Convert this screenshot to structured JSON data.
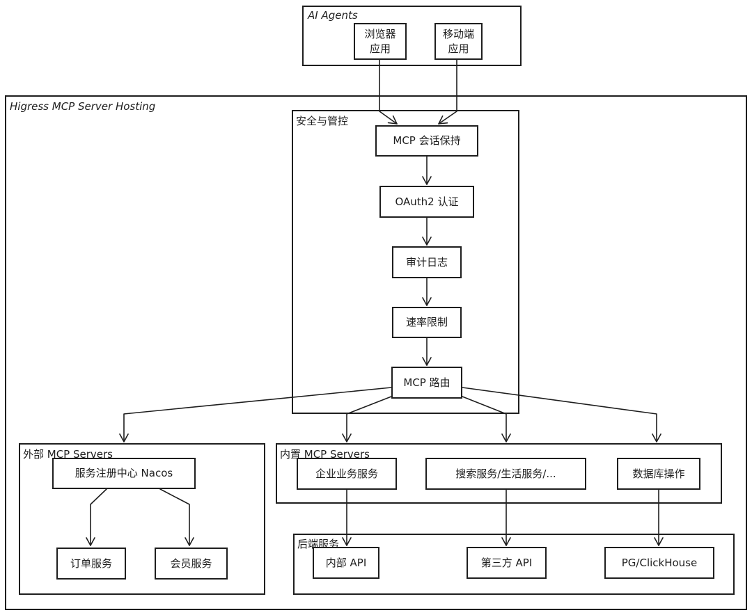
{
  "groups": {
    "ai_agents": "AI Agents",
    "hosting": "Higress MCP Server Hosting",
    "security": "安全与管控",
    "external": "外部 MCP Servers",
    "builtin": "内置 MCP Servers",
    "backend": "后端服务"
  },
  "nodes": {
    "browser_app": "浏览器\n应用",
    "mobile_app": "移动端\n应用",
    "mcp_session": "MCP 会话保持",
    "oauth": "OAuth2 认证",
    "audit": "审计日志",
    "rate_limit": "速率限制",
    "mcp_router": "MCP 路由",
    "nacos": "服务注册中心 Nacos",
    "order_service": "订单服务",
    "member_service": "会员服务",
    "enterprise_service": "企业业务服务",
    "search_service": "搜索服务/生活服务/...",
    "db_ops": "数据库操作",
    "internal_api": "内部 API",
    "third_party_api": "第三方 API",
    "pg_clickhouse": "PG/ClickHouse"
  },
  "edges": [
    {
      "from": "browser_app",
      "to": "mcp_session"
    },
    {
      "from": "mobile_app",
      "to": "mcp_session"
    },
    {
      "from": "mcp_session",
      "to": "oauth"
    },
    {
      "from": "oauth",
      "to": "audit"
    },
    {
      "from": "audit",
      "to": "rate_limit"
    },
    {
      "from": "rate_limit",
      "to": "mcp_router"
    },
    {
      "from": "mcp_router",
      "to": "external"
    },
    {
      "from": "mcp_router",
      "to": "enterprise_service"
    },
    {
      "from": "mcp_router",
      "to": "search_service"
    },
    {
      "from": "mcp_router",
      "to": "db_ops"
    },
    {
      "from": "nacos",
      "to": "order_service"
    },
    {
      "from": "nacos",
      "to": "member_service"
    },
    {
      "from": "enterprise_service",
      "to": "internal_api"
    },
    {
      "from": "search_service",
      "to": "third_party_api"
    },
    {
      "from": "db_ops",
      "to": "pg_clickhouse"
    }
  ]
}
